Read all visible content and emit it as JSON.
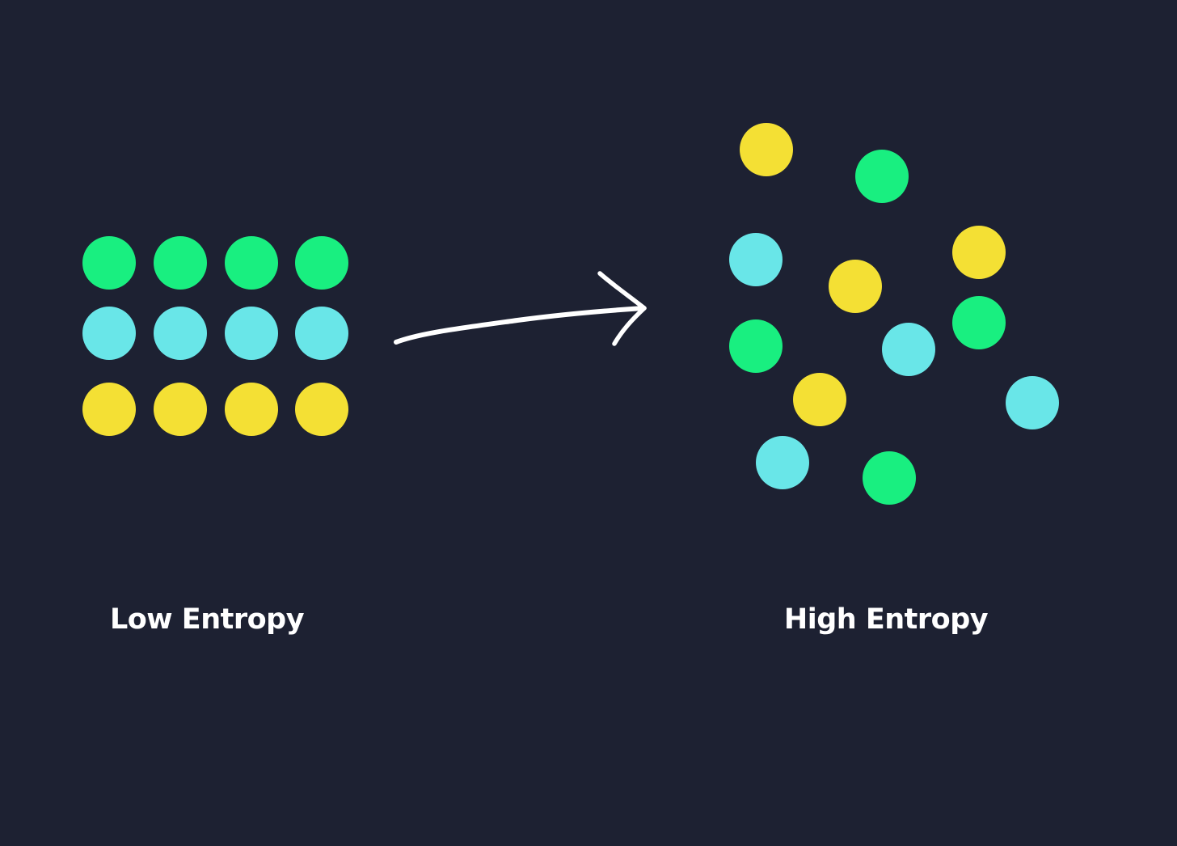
{
  "colors": {
    "background": "#1d2132",
    "green": "#19ef80",
    "cyan": "#69e6e8",
    "yellow": "#f4e034",
    "arrow": "#ffffff",
    "text": "#ffffff"
  },
  "low_entropy": {
    "label": "Low Entropy",
    "grid_rows": [
      {
        "color": "green",
        "count": 4
      },
      {
        "color": "cyan",
        "count": 4
      },
      {
        "color": "yellow",
        "count": 4
      }
    ]
  },
  "high_entropy": {
    "label": "High Entropy",
    "dot_colors": [
      "yellow",
      "green",
      "cyan",
      "yellow",
      "yellow",
      "green",
      "green",
      "cyan",
      "yellow",
      "cyan",
      "cyan",
      "green"
    ]
  },
  "arrow": {
    "meaning": "transition"
  }
}
